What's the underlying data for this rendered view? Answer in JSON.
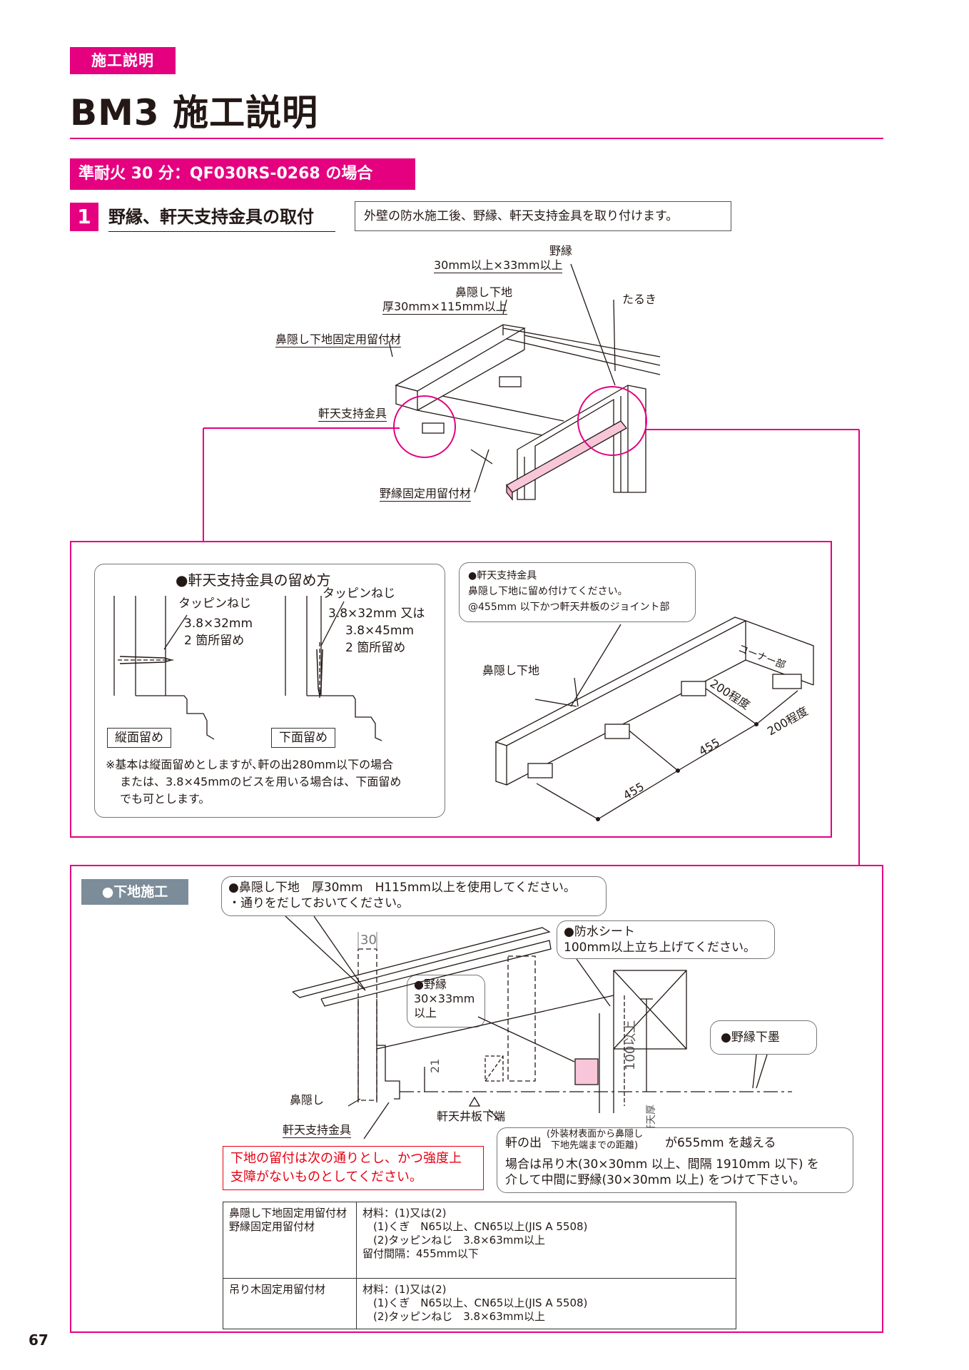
{
  "header": {
    "tag": "施工説明",
    "title": "BM3 施工説明",
    "section": "準耐火 30 分：QF030RS-0268 の場合"
  },
  "step1": {
    "number": "1",
    "title": "野縁、軒天支持金具の取付",
    "note": "外壁の防水施工後、野縁、軒天支持金具を取り付けます。"
  },
  "top_diagram": {
    "nobuchi": "野縁",
    "nobuchi_size": "30mm以上×33mm以上",
    "hanakakushi": "鼻隠し下地",
    "hanakakushi_size": "厚30mm×115mm以上",
    "taruki": "たるき",
    "hanakakushi_fix": "鼻隠し下地固定用留付材",
    "bracket": "軒天支持金具",
    "nobuchi_fix": "野縁固定用留付材"
  },
  "fastening": {
    "heading": "●軒天支持金具の留め方",
    "left_screw": "タッピンねじ",
    "left_size": "3.8×32mm",
    "left_count": "2 箇所留め",
    "right_screw": "タッピンねじ",
    "right_size1": "3.8×32mm 又は",
    "right_size2": "3.8×45mm",
    "right_count": "2 箇所留め",
    "left_caption": "縦面留め",
    "right_caption": "下面留め",
    "note1": "※基本は縦面留めとしますが､軒の出280mm以下の場合",
    "note2": "または、3.8×45mmのビスを用いる場合は、下面留め",
    "note3": "でも可とします。"
  },
  "layout_callout": {
    "line1": "●軒天支持金具",
    "line2": "鼻隠し下地に留め付けてください。",
    "line3": "@455mm 以下かつ軒天井板のジョイント部",
    "base": "鼻隠し下地",
    "corner": "コーナー部",
    "d200a": "200程度",
    "d200b": "200程度",
    "d455a": "455",
    "d455b": "455"
  },
  "substrate": {
    "tag": "●下地施工",
    "callout1_line1": "●鼻隠し下地　厚30mm　H115mm以上を使用してください。",
    "callout1_line2": "・通りをだしておいてください。",
    "callout2_line1": "●防水シート",
    "callout2_line2": "100mm以上立ち上げてください。",
    "callout3_line1": "●野縁",
    "callout3_line2": "30×33mm",
    "callout3_line3": "以上",
    "callout4": "●野縁下墨",
    "dim30": "30",
    "dim21": "21",
    "dim100": "100以上",
    "nokiten_atsu": "軒天厚",
    "hanakakushi": "鼻隠し",
    "bracket": "軒天支持金具",
    "ceiling_edge": "軒天井板下端",
    "eave_a": "軒の出",
    "eave_b1": "(外装材表面から鼻隠し",
    "eave_b2": "下地先端までの距離)",
    "eave_c": "が655mm を越える",
    "eave_line2": "場合は吊り木(30×30mm 以上、間隔 1910mm 以下) を",
    "eave_line3": "介して中間に野縁(30×30mm 以上) をつけて下さい。",
    "red1": "下地の留付は次の通りとし、かつ強度上",
    "red2": "支障がないものとしてください。"
  },
  "spec_table": {
    "row1_head1": "鼻隠し下地固定用留付材",
    "row1_head2": "野縁固定用留付材",
    "row1_l1": "材料：(1)又は(2)",
    "row1_l2": "　(1)くぎ　N65以上、CN65以上(JIS A 5508)",
    "row1_l3": "　(2)タッピンねじ　3.8×63mm以上",
    "row1_l4": "留付間隔：455mm以下",
    "row2_head": "吊り木固定用留付材",
    "row2_l1": "材料：(1)又は(2)",
    "row2_l2": "　(1)くぎ　N65以上、CN65以上(JIS A 5508)",
    "row2_l3": "　(2)タッピンねじ　3.8×63mm以上"
  },
  "page_number": "67",
  "colors": {
    "accent": "#e4007f",
    "gray_tag": "#7c8c99",
    "red": "#e60012"
  }
}
